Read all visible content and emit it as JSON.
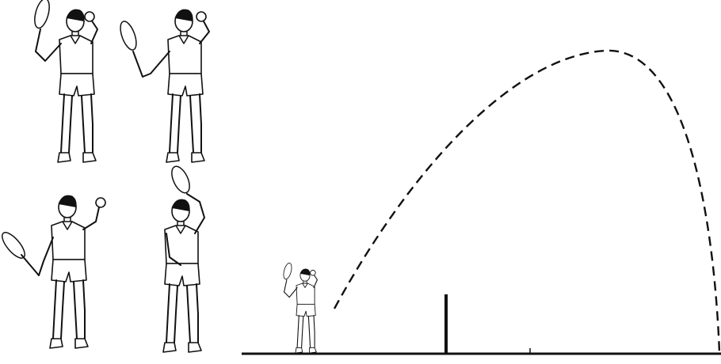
{
  "figure": {
    "panels": [
      "serve-stage-1",
      "serve-stage-2",
      "serve-stage-3",
      "serve-stage-4"
    ],
    "trajectory": {
      "description_shown": false,
      "style": "dashed"
    },
    "colors": {
      "ink": "#111111",
      "background": "#ffffff"
    }
  }
}
